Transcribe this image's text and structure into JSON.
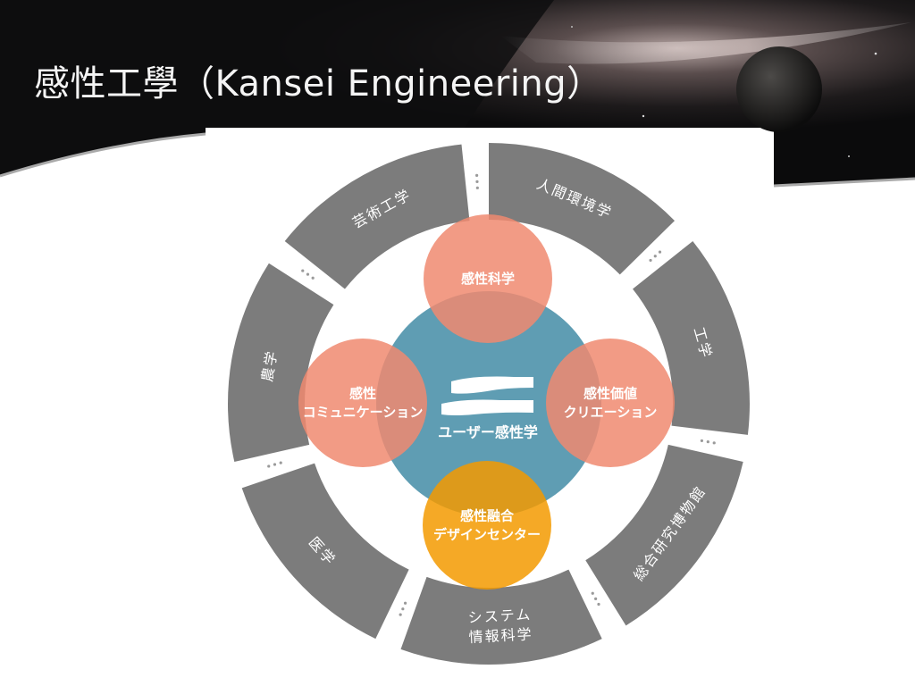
{
  "slide": {
    "title": "感性工學（Kansei Engineering）"
  },
  "diagram": {
    "ring_color": "#7c7c7c",
    "hub_color": "#5f9db3",
    "petal_color": "#f08a70",
    "accent_color": "#f39a00",
    "outer_segments": [
      {
        "lines": [
          "人間環境学"
        ]
      },
      {
        "lines": [
          "工学"
        ]
      },
      {
        "lines": [
          "総合研究博物館"
        ]
      },
      {
        "lines": [
          "システム",
          "情報科学"
        ]
      },
      {
        "lines": [
          "医学"
        ]
      },
      {
        "lines": [
          "農学"
        ]
      },
      {
        "lines": [
          "芸術工学"
        ]
      }
    ],
    "center": {
      "label": "ユーザー感性学",
      "icon": "kansei-logo-icon"
    },
    "circles": [
      {
        "key": "top",
        "lines": [
          "感性科学"
        ]
      },
      {
        "key": "right",
        "lines": [
          "感性価値",
          "クリエーション"
        ]
      },
      {
        "key": "left",
        "lines": [
          "感性",
          "コミュニケーション"
        ]
      },
      {
        "key": "bottom",
        "lines": [
          "感性融合",
          "デザインセンター"
        ]
      }
    ]
  }
}
